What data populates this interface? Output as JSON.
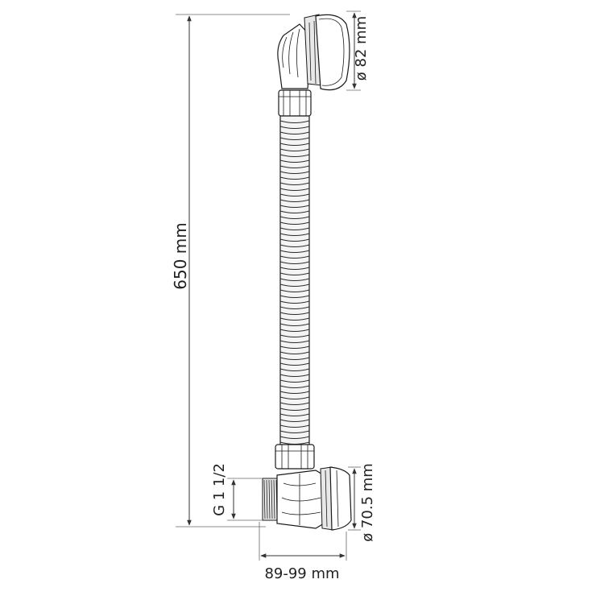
{
  "dimensions": {
    "total_length": "650 mm",
    "top_diameter": "ø 82 mm",
    "bottom_diameter": "ø 70.5 mm",
    "thread": "G 1 1/2",
    "width_range": "89-99 mm"
  }
}
